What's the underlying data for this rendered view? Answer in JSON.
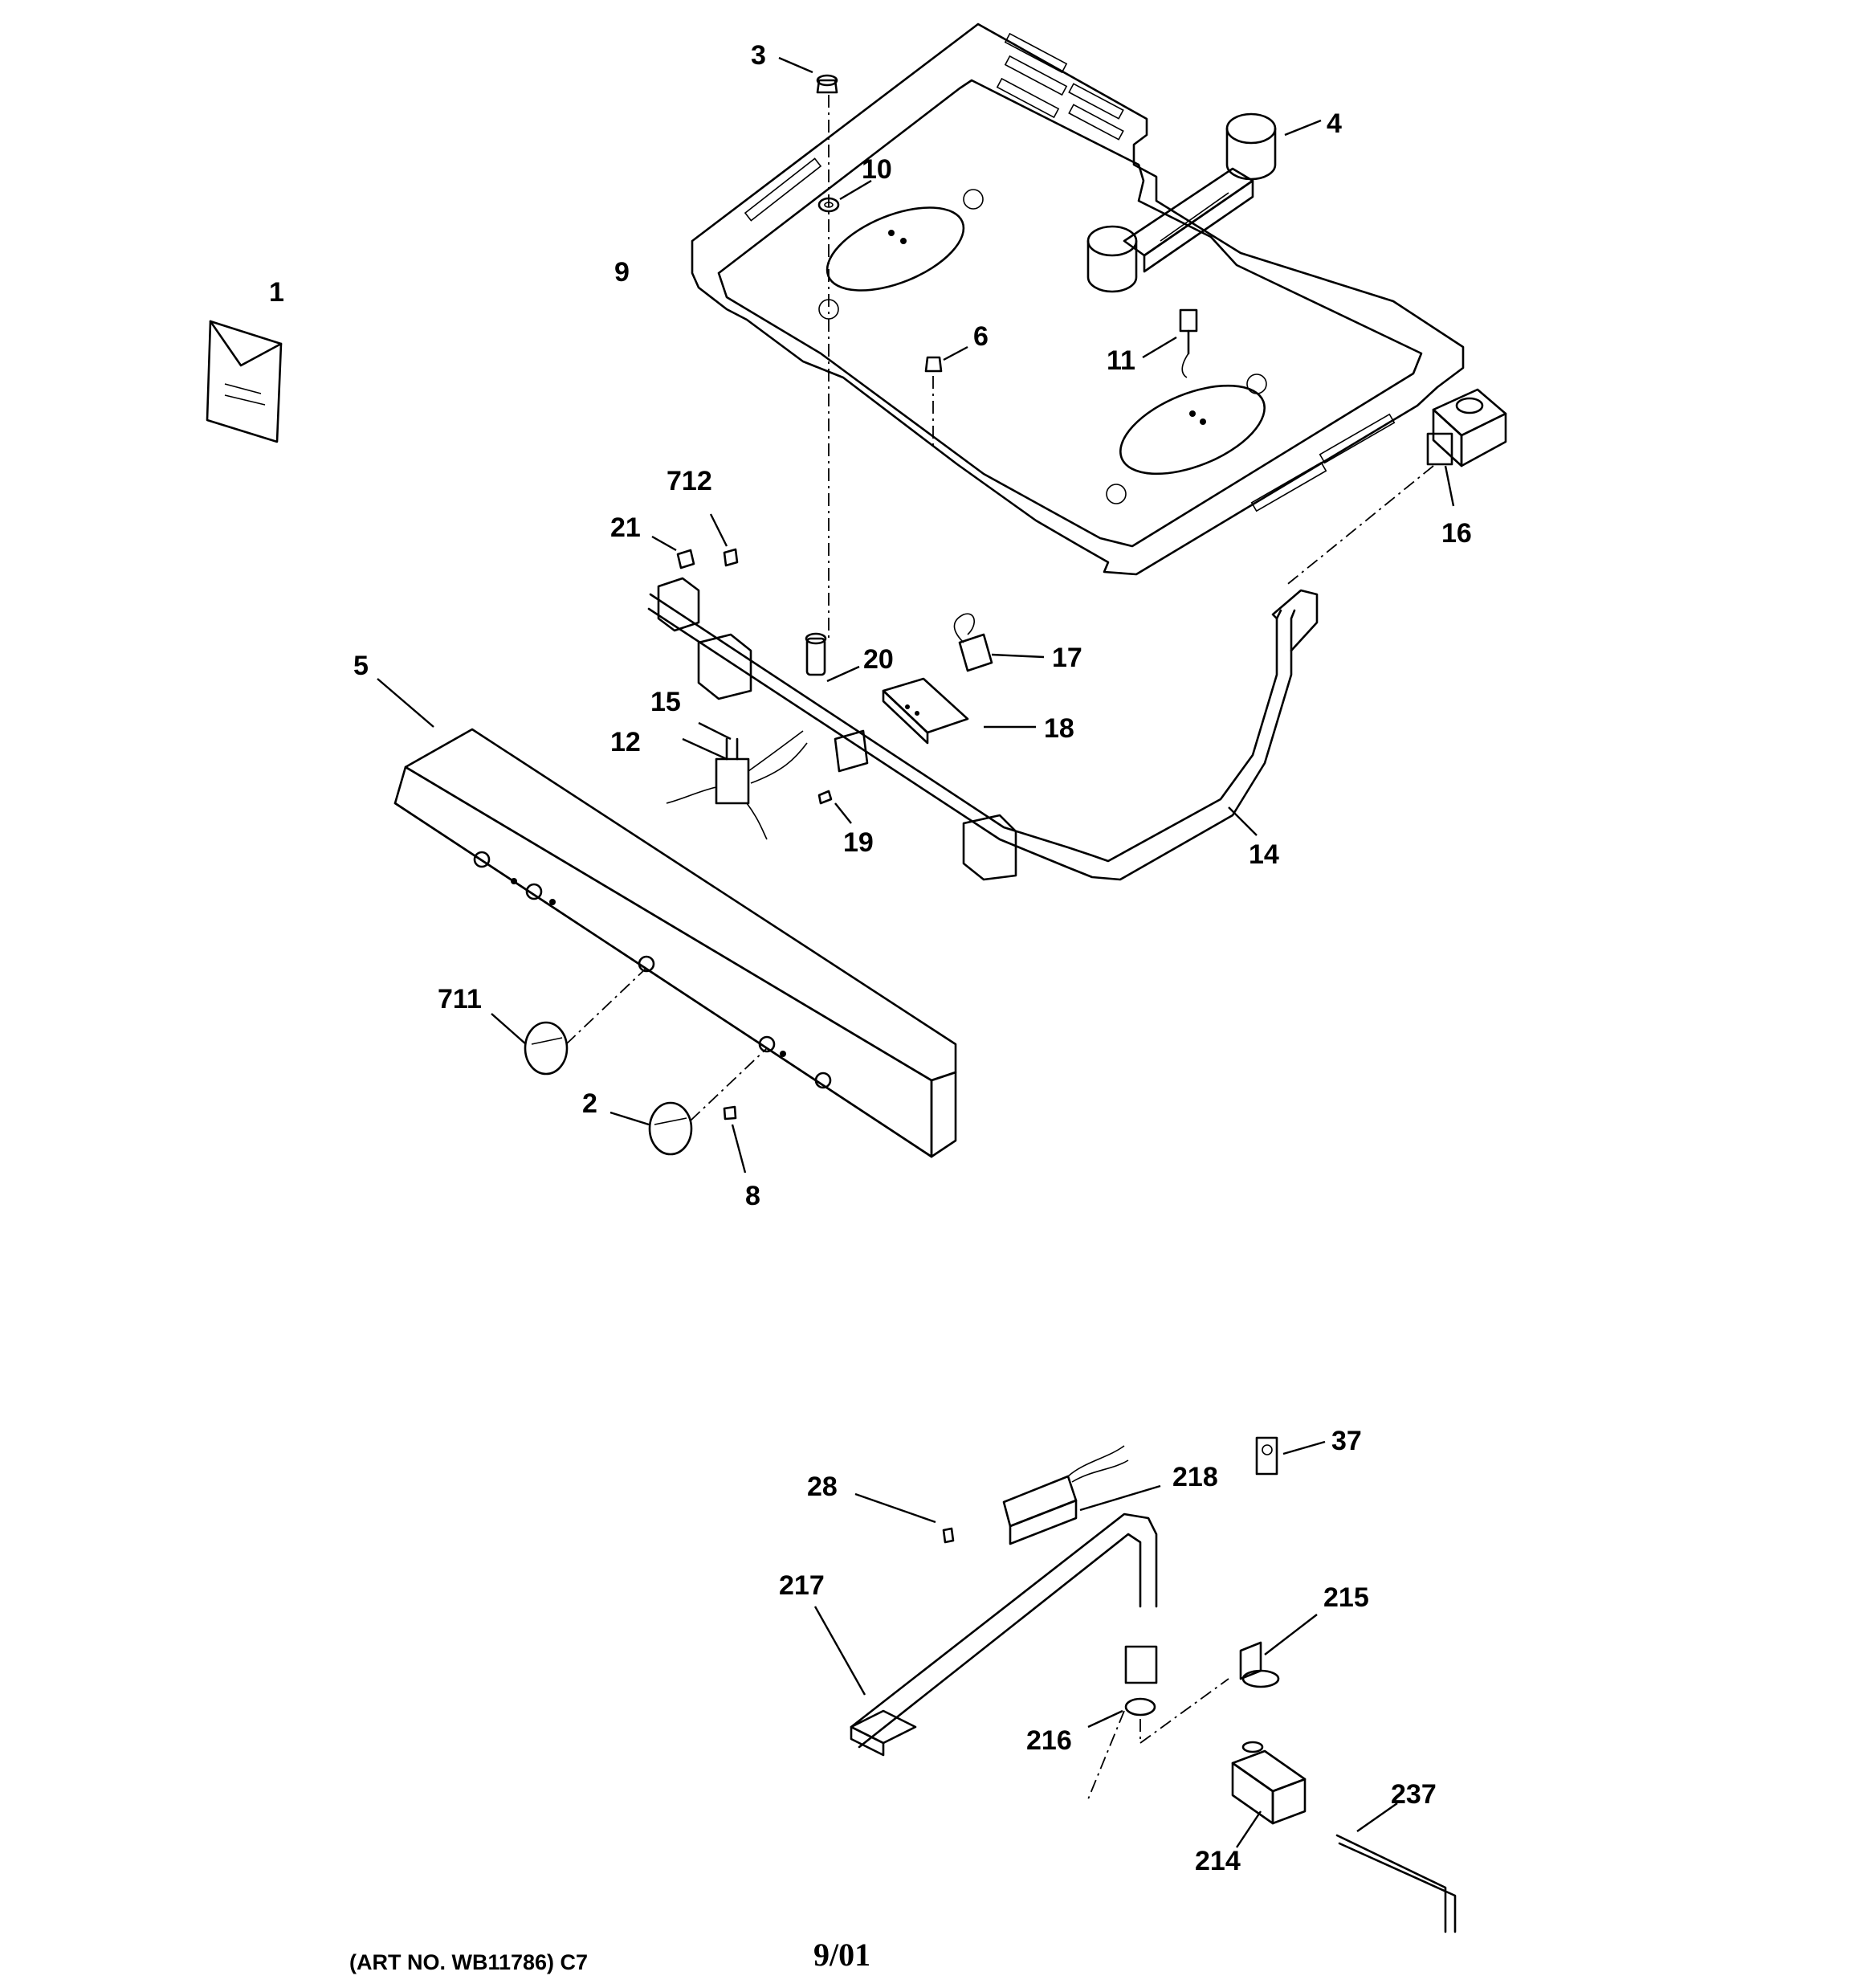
{
  "callouts": {
    "c1": "1",
    "c2": "2",
    "c3": "3",
    "c4": "4",
    "c5": "5",
    "c6": "6",
    "c8": "8",
    "c9": "9",
    "c10": "10",
    "c11": "11",
    "c12": "12",
    "c14": "14",
    "c15": "15",
    "c16": "16",
    "c17": "17",
    "c18": "18",
    "c19": "19",
    "c20": "20",
    "c21": "21",
    "c28": "28",
    "c37": "37",
    "c214": "214",
    "c215": "215",
    "c216": "216",
    "c217": "217",
    "c218": "218",
    "c237": "237",
    "c711": "711",
    "c712": "712"
  },
  "footer": {
    "art_number": "(ART NO. WB11786) C7",
    "date": "9/01"
  }
}
